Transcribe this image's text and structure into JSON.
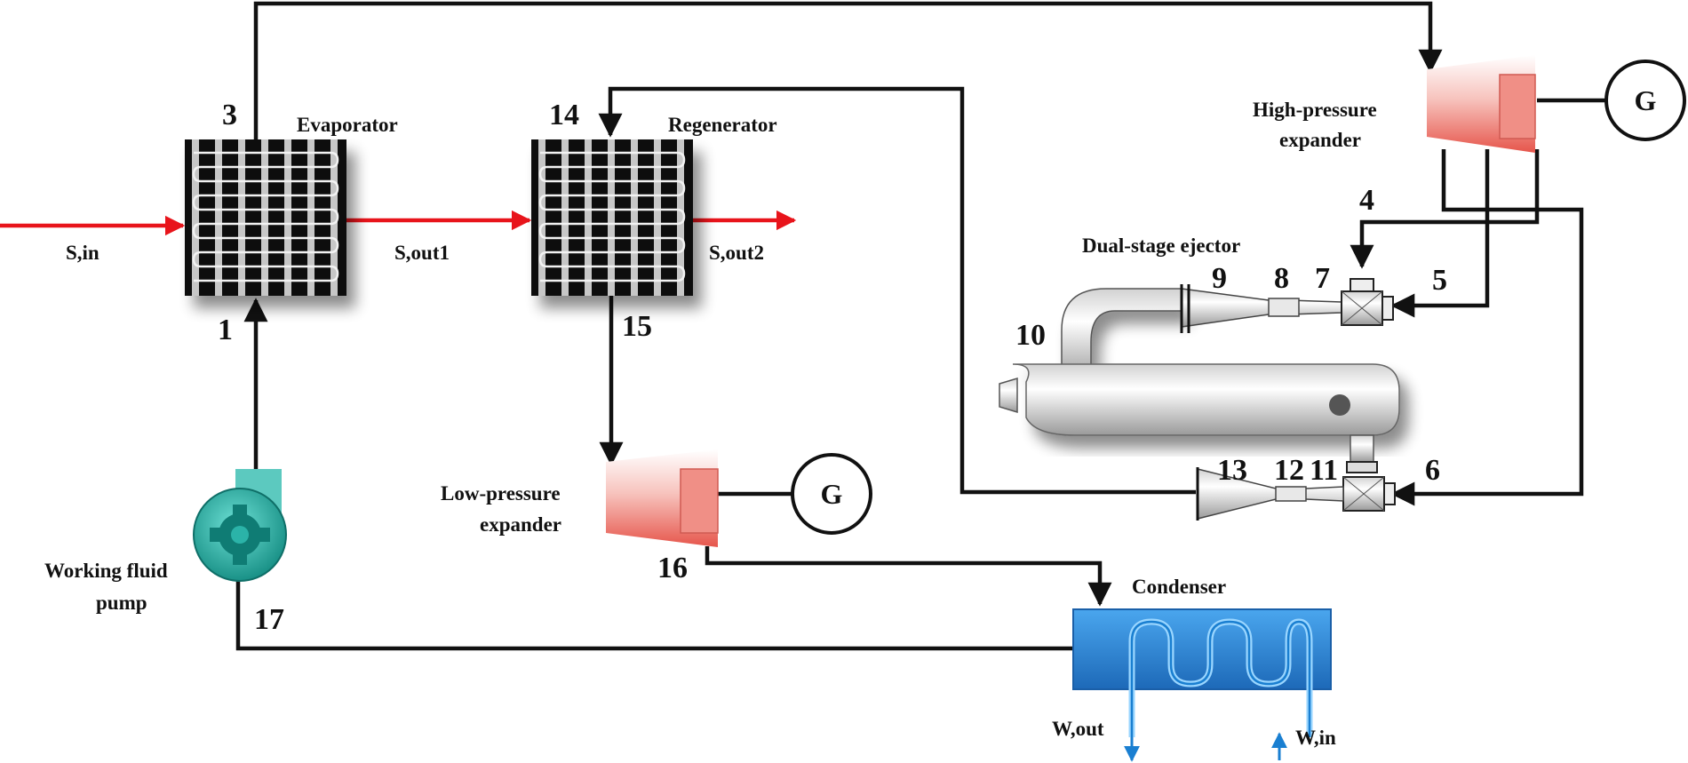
{
  "components": {
    "evaporator": "Evaporator",
    "regenerator": "Regenerator",
    "hp_expander": [
      "High-pressure",
      "expander"
    ],
    "lp_expander": [
      "Low-pressure",
      "expander"
    ],
    "ejector": "Dual-stage ejector",
    "condenser": "Condenser",
    "pump": [
      "Working fluid",
      "pump"
    ],
    "generator": "G"
  },
  "streams": {
    "s_in": "S,in",
    "s_out1": "S,out1",
    "s_out2": "S,out2",
    "w_out": "W,out",
    "w_in": "W,in"
  },
  "states": {
    "n1": "1",
    "n3": "3",
    "n4": "4",
    "n5": "5",
    "n6": "6",
    "n7": "7",
    "n8": "8",
    "n9": "9",
    "n10": "10",
    "n11": "11",
    "n12": "12",
    "n13": "13",
    "n14": "14",
    "n15": "15",
    "n16": "16",
    "n17": "17"
  },
  "colors": {
    "heat_source": "#e8141b",
    "cooling_water": "#1a7fd1",
    "pump": "#1aa39a",
    "expander": "#f07f78",
    "condenser": "#2b86d6"
  }
}
